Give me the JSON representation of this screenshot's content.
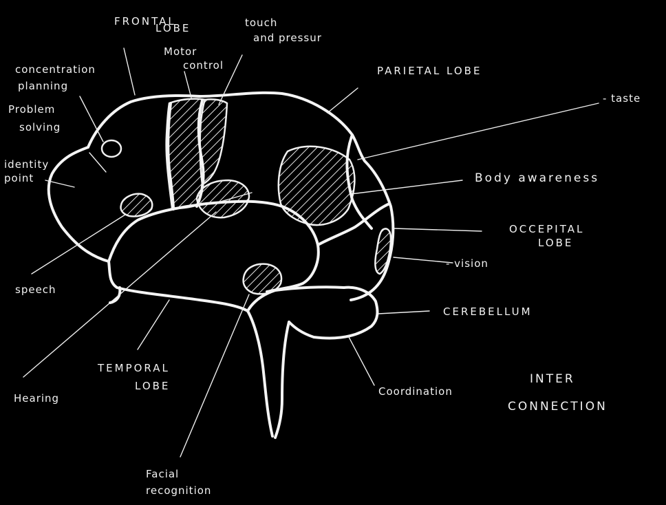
{
  "diagram": {
    "labels": {
      "frontal_lobe_1": "FRONTAL",
      "frontal_lobe_2": "LOBE",
      "motor_1": "Motor",
      "motor_2": "control",
      "touch_1": "touch",
      "touch_2": "and pressur",
      "parietal": "PARIETAL LOBE",
      "taste": "- taste",
      "concentration_1": "concentration",
      "concentration_2": "planning",
      "problem_1": "Problem",
      "problem_2": "solving",
      "identity_1": "identity",
      "identity_2": "point",
      "body_awareness": "Body awareness",
      "occipital_1": "OCCEPITAL",
      "occipital_2": "LOBE",
      "vision": "- vision",
      "cerebellum": "CEREBELLUM",
      "speech": "speech",
      "temporal_1": "TEMPORAL",
      "temporal_2": "LOBE",
      "hearing": "Hearing",
      "coordination": "Coordination",
      "inter_1": "INTER",
      "inter_2": "CONNECTION",
      "facial_1": "Facial",
      "facial_2": "recognition"
    },
    "colors": {
      "background": "#000000",
      "stroke": "#f4f4f4"
    }
  }
}
